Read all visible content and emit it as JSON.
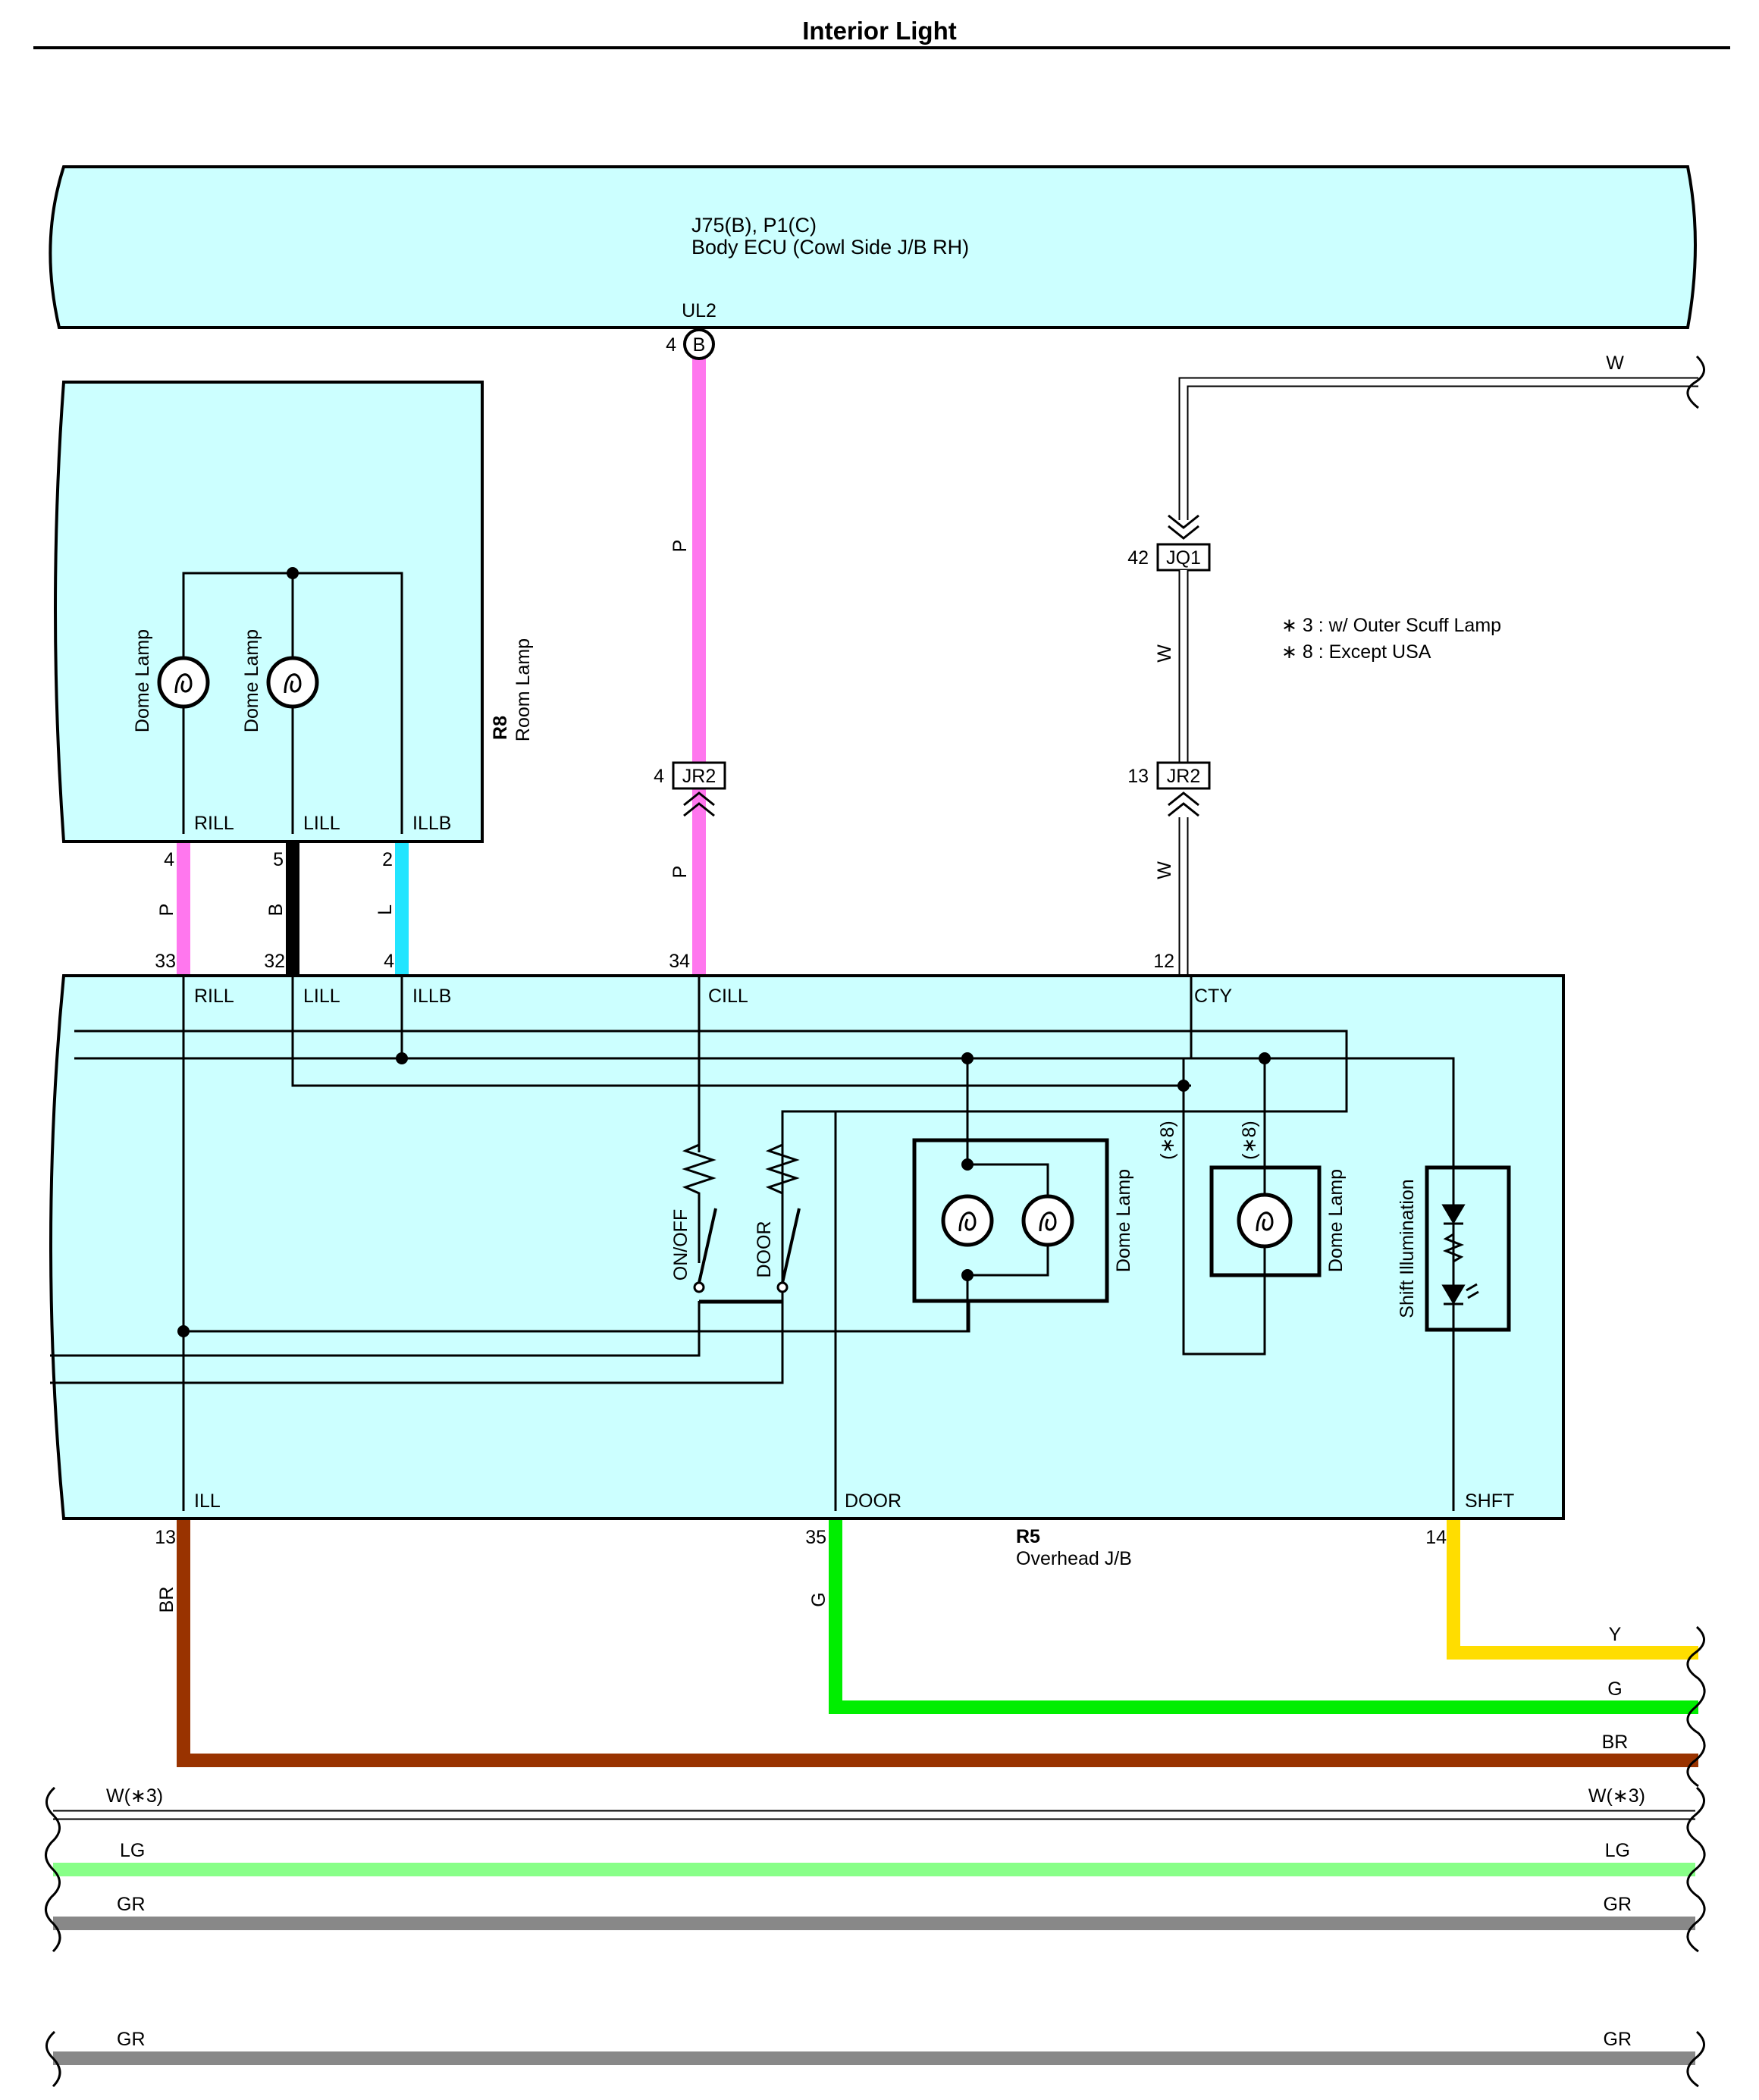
{
  "title": "Interior Light",
  "colors": {
    "body_fill": "#ccffff",
    "pink": "#ff77ee",
    "black": "#000000",
    "cyan": "#22e5ff",
    "brown": "#993300",
    "green": "#00ee00",
    "yellow": "#ffdd00",
    "light_green": "#88ff88",
    "gray": "#888888",
    "white_wire": "#ffffff"
  },
  "body_ecu": {
    "code": "J75(B), P1(C)",
    "name": "Body ECU (Cowl Side J/B RH)",
    "terminal_name": "UL2",
    "pin": "4",
    "connector_letter": "B"
  },
  "room_lamp": {
    "code": "R8",
    "name": "Room Lamp",
    "lamp_labels": [
      "Dome Lamp",
      "Dome Lamp"
    ],
    "terminals": [
      "RILL",
      "LILL",
      "ILLB"
    ],
    "pins": [
      "4",
      "5",
      "2"
    ],
    "wire_colors": [
      "P",
      "B",
      "L"
    ]
  },
  "junctions": {
    "jq1": {
      "label": "JQ1",
      "pin": "42"
    },
    "jr2_left": {
      "label": "JR2",
      "pin": "4"
    },
    "jr2_right": {
      "label": "JR2",
      "pin": "13"
    }
  },
  "wire_labels": {
    "ul2_upper": "P",
    "ul2_lower": "P",
    "cty_upper": "W",
    "cty_lower": "W",
    "top_right": "W"
  },
  "notes": [
    "∗ 3 : w/ Outer Scuff Lamp",
    "∗ 8 : Except USA"
  ],
  "overhead_jb": {
    "code": "R5",
    "name": "Overhead J/B",
    "top_terminals": [
      "RILL",
      "LILL",
      "ILLB",
      "CILL",
      "CTY"
    ],
    "top_pins": [
      "33",
      "32",
      "4",
      "34",
      "12"
    ],
    "bottom_terminals": [
      "ILL",
      "DOOR",
      "SHFT"
    ],
    "bottom_pins": [
      "13",
      "35",
      "14"
    ],
    "bottom_wire_colors": [
      "BR",
      "G"
    ],
    "switch_labels": [
      "ON/OFF",
      "DOOR"
    ],
    "lamp_labels": [
      "Dome Lamp",
      "Dome Lamp",
      "Shift Illumination"
    ],
    "option_marks": [
      "(∗8)",
      "(∗8)"
    ]
  },
  "output_wires": [
    {
      "label": "Y",
      "color": "yellow"
    },
    {
      "label": "G",
      "color": "green"
    },
    {
      "label": "BR",
      "color": "brown"
    }
  ],
  "bus_lines": [
    {
      "left": "W(∗3)",
      "right": "W(∗3)"
    },
    {
      "left": "LG",
      "right": "LG"
    },
    {
      "left": "GR",
      "right": "GR"
    },
    {
      "left": "GR",
      "right": "GR"
    }
  ]
}
